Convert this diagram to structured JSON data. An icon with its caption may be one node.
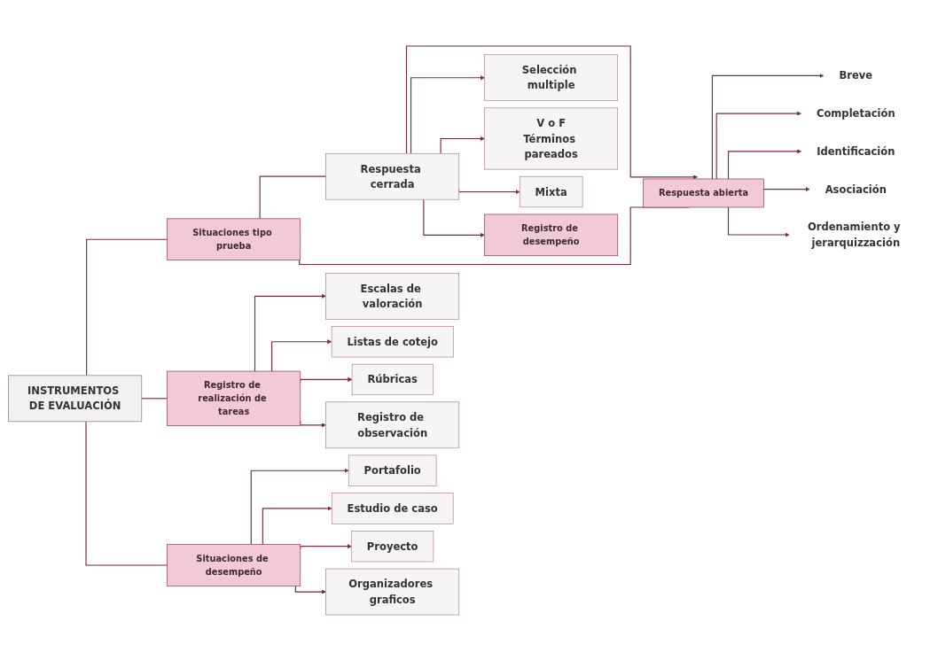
{
  "diagram": {
    "nodes": [
      {
        "text": [
          "INSTRUMENTOS DE EVALUACIÓN"
        ]
      },
      {
        "text": [
          "Situaciones tipo prueba"
        ]
      },
      {
        "text": [
          "Registro de realización de tareas"
        ]
      },
      {
        "text": [
          "Situaciones de desempeño"
        ]
      },
      {
        "text": [
          "Respuesta cerrada"
        ]
      },
      {
        "text": [
          "Respuesta abierta"
        ]
      },
      {
        "text": [
          "Selección multiple"
        ]
      },
      {
        "text": [
          "V o F",
          "Términos pareados"
        ]
      },
      {
        "text": [
          "Mixta"
        ]
      },
      {
        "text": [
          "Registro de desempeño"
        ]
      },
      {
        "text": [
          "Breve"
        ]
      },
      {
        "text": [
          "Completación"
        ]
      },
      {
        "text": [
          "Identificación"
        ]
      },
      {
        "text": [
          "Asociación"
        ]
      },
      {
        "text": [
          "Ordenamiento y jerarquizzación"
        ]
      },
      {
        "text": [
          "Escalas de valoración"
        ]
      },
      {
        "text": [
          "Listas de cotejo"
        ]
      },
      {
        "text": [
          "Rúbricas"
        ]
      },
      {
        "text": [
          "Registro de observación"
        ]
      },
      {
        "text": [
          "Portafolio"
        ]
      },
      {
        "text": [
          "Estudio de caso"
        ]
      },
      {
        "text": [
          "Proyecto"
        ]
      },
      {
        "text": [
          "Organizadores graficos"
        ]
      }
    ],
    "edges": [
      {
        "from": 0,
        "to": 1,
        "arrow": "none"
      },
      {
        "from": 0,
        "to": 2,
        "arrow": "none"
      },
      {
        "from": 0,
        "to": 3,
        "arrow": "none"
      },
      {
        "from": 1,
        "to": 4,
        "arrow": "none"
      },
      {
        "from": 1,
        "to": 5,
        "arrow": "none"
      },
      {
        "from": 4,
        "to": 5,
        "arrow": "to"
      },
      {
        "from": 4,
        "to": 6,
        "arrow": "to"
      },
      {
        "from": 4,
        "to": 7,
        "arrow": "to"
      },
      {
        "from": 4,
        "to": 8,
        "arrow": "to"
      },
      {
        "from": 4,
        "to": 9,
        "arrow": "to"
      },
      {
        "from": 5,
        "to": 10,
        "arrow": "to"
      },
      {
        "from": 5,
        "to": 11,
        "arrow": "to"
      },
      {
        "from": 5,
        "to": 12,
        "arrow": "to"
      },
      {
        "from": 5,
        "to": 13,
        "arrow": "to"
      },
      {
        "from": 5,
        "to": 14,
        "arrow": "to"
      },
      {
        "from": 2,
        "to": 15,
        "arrow": "to"
      },
      {
        "from": 2,
        "to": 16,
        "arrow": "to"
      },
      {
        "from": 2,
        "to": 17,
        "arrow": "to"
      },
      {
        "from": 2,
        "to": 18,
        "arrow": "to"
      },
      {
        "from": 3,
        "to": 19,
        "arrow": "to"
      },
      {
        "from": 3,
        "to": 20,
        "arrow": "to"
      },
      {
        "from": 3,
        "to": 21,
        "arrow": "to"
      },
      {
        "from": 3,
        "to": 22,
        "arrow": "to"
      }
    ]
  }
}
